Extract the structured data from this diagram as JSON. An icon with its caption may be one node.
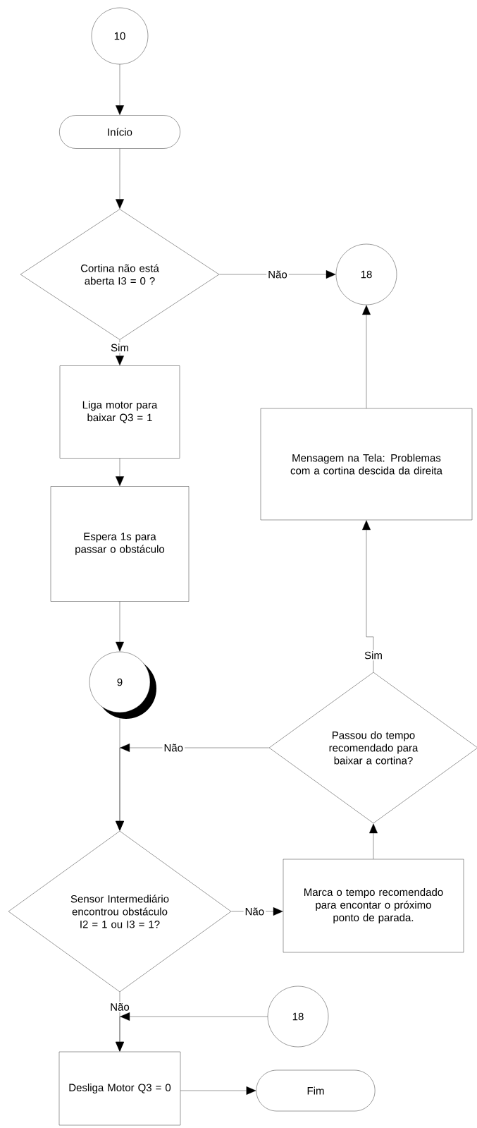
{
  "diagram": {
    "nodes": [
      {
        "text": [
          "10"
        ]
      },
      {
        "text": [
          "Início"
        ]
      },
      {
        "text": [
          "Cortina não está aberta I3 = 0 ?"
        ]
      },
      {
        "text": [
          "18"
        ]
      },
      {
        "text": [
          "Liga motor para baixar Q3 = 1"
        ]
      },
      {
        "text": [
          "Espera 1s para passar o obstáculo"
        ]
      },
      {
        "text": [
          "9"
        ]
      },
      {
        "text": [
          "Passou do tempo recomendado para baixar a cortina?"
        ]
      },
      {
        "text": [
          "Mensagem na Tela: Problemas com a cortina descida da direita"
        ]
      },
      {
        "text": [
          "Sensor Intermediário encontrou obstáculo I2 = 1 ou I3 = 1?"
        ]
      },
      {
        "text": [
          "Marca o tempo recomendado para encontar o próximo ponto de parada."
        ]
      },
      {
        "text": [
          "18"
        ]
      },
      {
        "text": [
          "Desliga Motor Q3 = 0"
        ]
      },
      {
        "text": [
          "Fim"
        ]
      }
    ],
    "edges": [
      {
        "from": 0,
        "to": 1,
        "arrow": "to"
      },
      {
        "from": 1,
        "to": 2,
        "arrow": "to"
      },
      {
        "from": 2,
        "to": 3,
        "arrow": "to",
        "label": "Não"
      },
      {
        "from": 2,
        "to": 4,
        "arrow": "to",
        "label": "Sim"
      },
      {
        "from": 4,
        "to": 5,
        "arrow": "to"
      },
      {
        "from": 5,
        "to": 6,
        "arrow": "to"
      },
      {
        "from": 6,
        "to": 9,
        "arrow": "to"
      },
      {
        "from": 7,
        "to": 9,
        "arrow": "to",
        "label": "Não"
      },
      {
        "from": 9,
        "to": 10,
        "arrow": "to",
        "label": "Não"
      },
      {
        "from": 10,
        "to": 7,
        "arrow": "to"
      },
      {
        "from": 7,
        "to": 8,
        "arrow": "to",
        "label": "Sim"
      },
      {
        "from": 8,
        "to": 3,
        "arrow": "to"
      },
      {
        "from": 9,
        "to": 12,
        "arrow": "to",
        "label": "Não"
      },
      {
        "from": 11,
        "to": 12,
        "arrow": "to"
      },
      {
        "from": 12,
        "to": 13,
        "arrow": "to"
      }
    ]
  }
}
